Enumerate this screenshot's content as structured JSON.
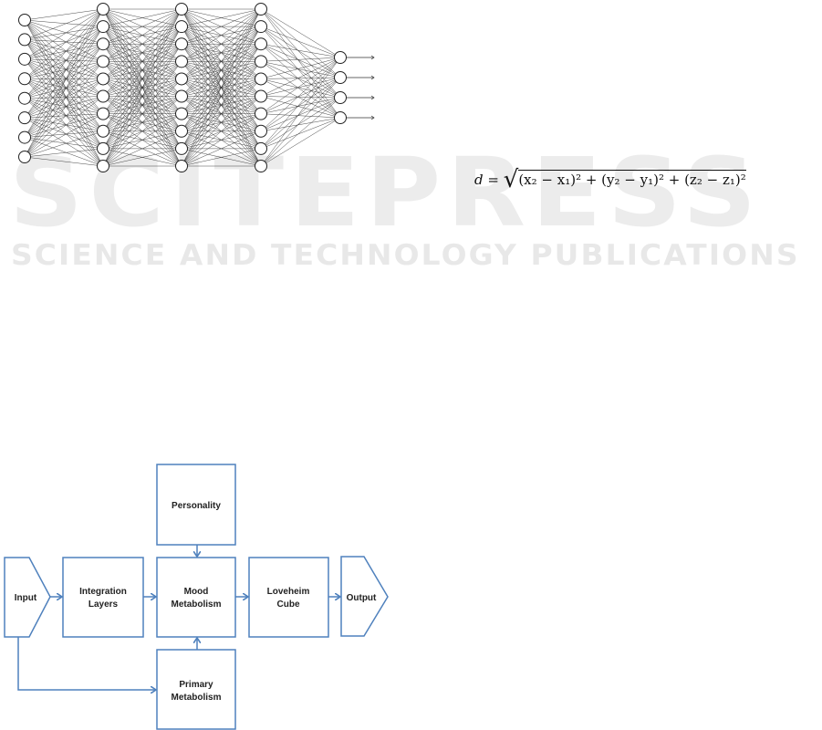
{
  "watermark": {
    "main": "SCITEPRESS",
    "sub": "SCIENCE AND TECHNOLOGY PUBLICATIONS"
  },
  "network": {
    "layers": [
      8,
      10,
      10,
      10,
      4
    ],
    "outputs": 4
  },
  "formula": {
    "lhs": "d =",
    "rhs": "(x₂ − x₁)² + (y₂ − y₁)² + (z₂ − z₁)²"
  },
  "flow": {
    "color": "#4f81bd",
    "input": "Input",
    "integration": [
      "Integration",
      "Layers"
    ],
    "personality": "Personality",
    "mood": [
      "Mood",
      "Metabolism"
    ],
    "loveheim": [
      "Loveheim",
      "Cube"
    ],
    "output": "Output",
    "primary": [
      "Primary",
      "Metabolism"
    ]
  }
}
